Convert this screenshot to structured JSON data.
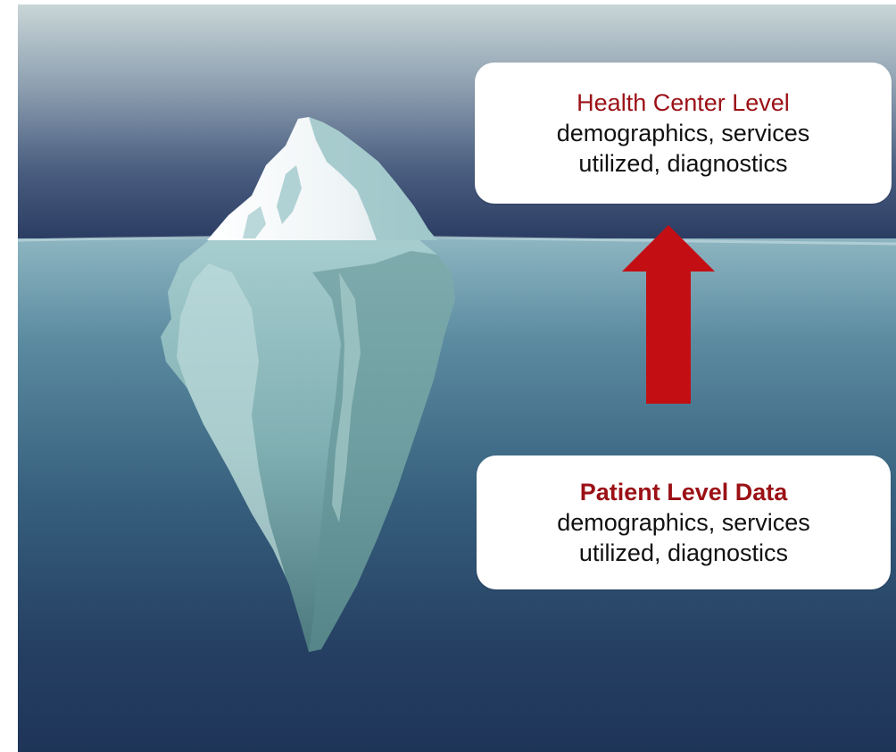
{
  "diagram": {
    "top_box": {
      "title": "Health Center Level",
      "line1": "demographics, services",
      "line2": "utilized, diagnostics"
    },
    "bottom_box": {
      "title": "Patient Level Data",
      "line1": "demographics, services",
      "line2": "utilized, diagnostics"
    },
    "arrow": {
      "direction": "up",
      "color": "#c30f14"
    },
    "colors": {
      "sky_top": "#c7d4d6",
      "sky_bottom": "#2b3e64",
      "water_surface": "#8cb4c0",
      "water_deep": "#1f3658",
      "ice_above": "#f4f7f8",
      "ice_below": "#8fbdbd",
      "title_red": "#9b1116"
    }
  }
}
